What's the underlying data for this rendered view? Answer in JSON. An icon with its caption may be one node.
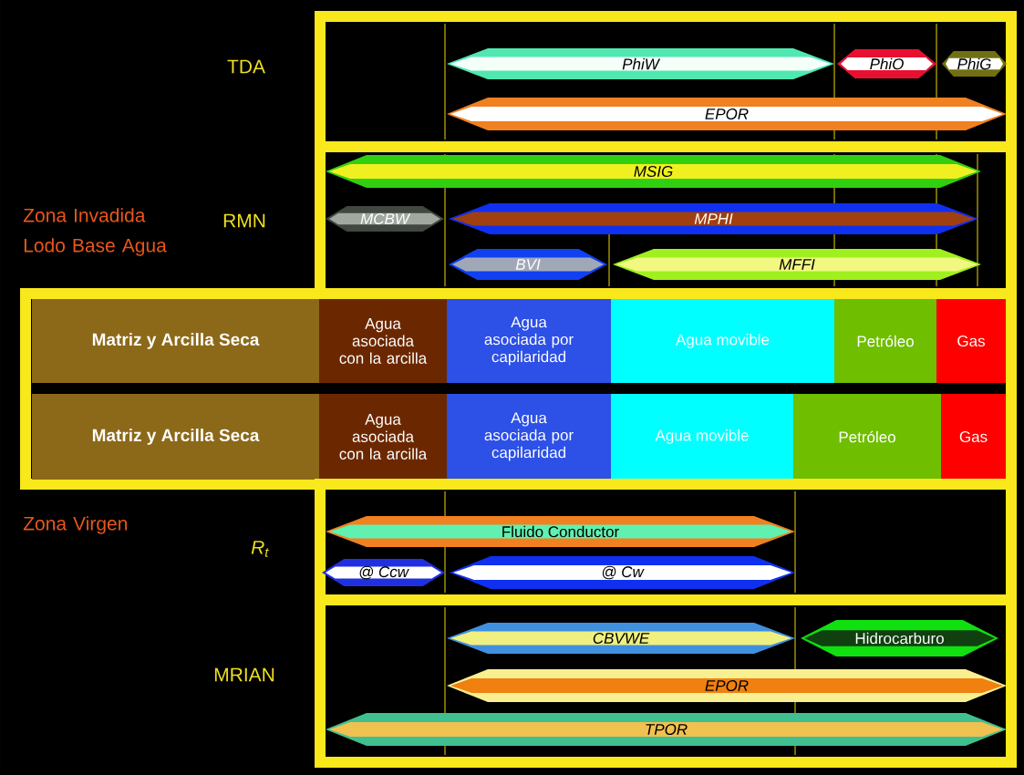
{
  "diagram": {
    "nodes": [
      {
        "text": [
          "TDA"
        ]
      },
      {
        "text": [
          "PhiW"
        ],
        "in": 0
      },
      {
        "text": [
          "PhiO"
        ],
        "in": 0
      },
      {
        "text": [
          "PhiG"
        ],
        "in": 0
      },
      {
        "text": [
          "EPOR"
        ],
        "in": 0
      },
      {
        "text": [
          "RMN"
        ]
      },
      {
        "text": [
          "MSIG"
        ],
        "in": 5
      },
      {
        "text": [
          "MCBW"
        ],
        "in": 5
      },
      {
        "text": [
          "MPHI"
        ],
        "in": 5
      },
      {
        "text": [
          "BVI"
        ],
        "in": 5
      },
      {
        "text": [
          "MFFI"
        ],
        "in": 5
      },
      {
        "text": [],
        "shape": "box"
      },
      {
        "text": [
          "Matriz y Arcilla Seca"
        ],
        "in": 11
      },
      {
        "text": [
          "Agua asociada con la arcilla"
        ],
        "in": 11
      },
      {
        "text": [
          "Agua asociada por capilaridad"
        ],
        "in": 11
      },
      {
        "text": [
          "Agua movible"
        ],
        "in": 11
      },
      {
        "text": [
          "Petróleo"
        ],
        "in": 11
      },
      {
        "text": [
          "Gas"
        ],
        "in": 11
      },
      {
        "text": [
          "Matriz y Arcilla Seca"
        ],
        "in": 11
      },
      {
        "text": [
          "Agua asociada con la arcilla"
        ],
        "in": 11
      },
      {
        "text": [
          "Agua asociada por capilaridad"
        ],
        "in": 11
      },
      {
        "text": [
          "Agua movible"
        ],
        "in": 11
      },
      {
        "text": [
          "Petróleo"
        ],
        "in": 11
      },
      {
        "text": [
          "Gas"
        ],
        "in": 11
      },
      {
        "text": [
          "R$_{t}$"
        ]
      },
      {
        "text": [
          "Fluido Conductor"
        ],
        "in": 24
      },
      {
        "text": [
          "@ Ccw"
        ],
        "in": 24
      },
      {
        "text": [
          "@ Cw"
        ],
        "in": 24
      },
      {
        "text": [
          "MRIAN"
        ]
      },
      {
        "text": [
          "CBVWE"
        ],
        "in": 28
      },
      {
        "text": [
          "Hidrocarburo"
        ],
        "in": 28
      },
      {
        "text": [
          "EPOR"
        ],
        "in": 28
      },
      {
        "text": [
          "TPOR"
        ],
        "in": 28
      }
    ],
    "labels": [
      "Zona Invadida Lodo Base Agua",
      "Zona Virgen"
    ]
  }
}
